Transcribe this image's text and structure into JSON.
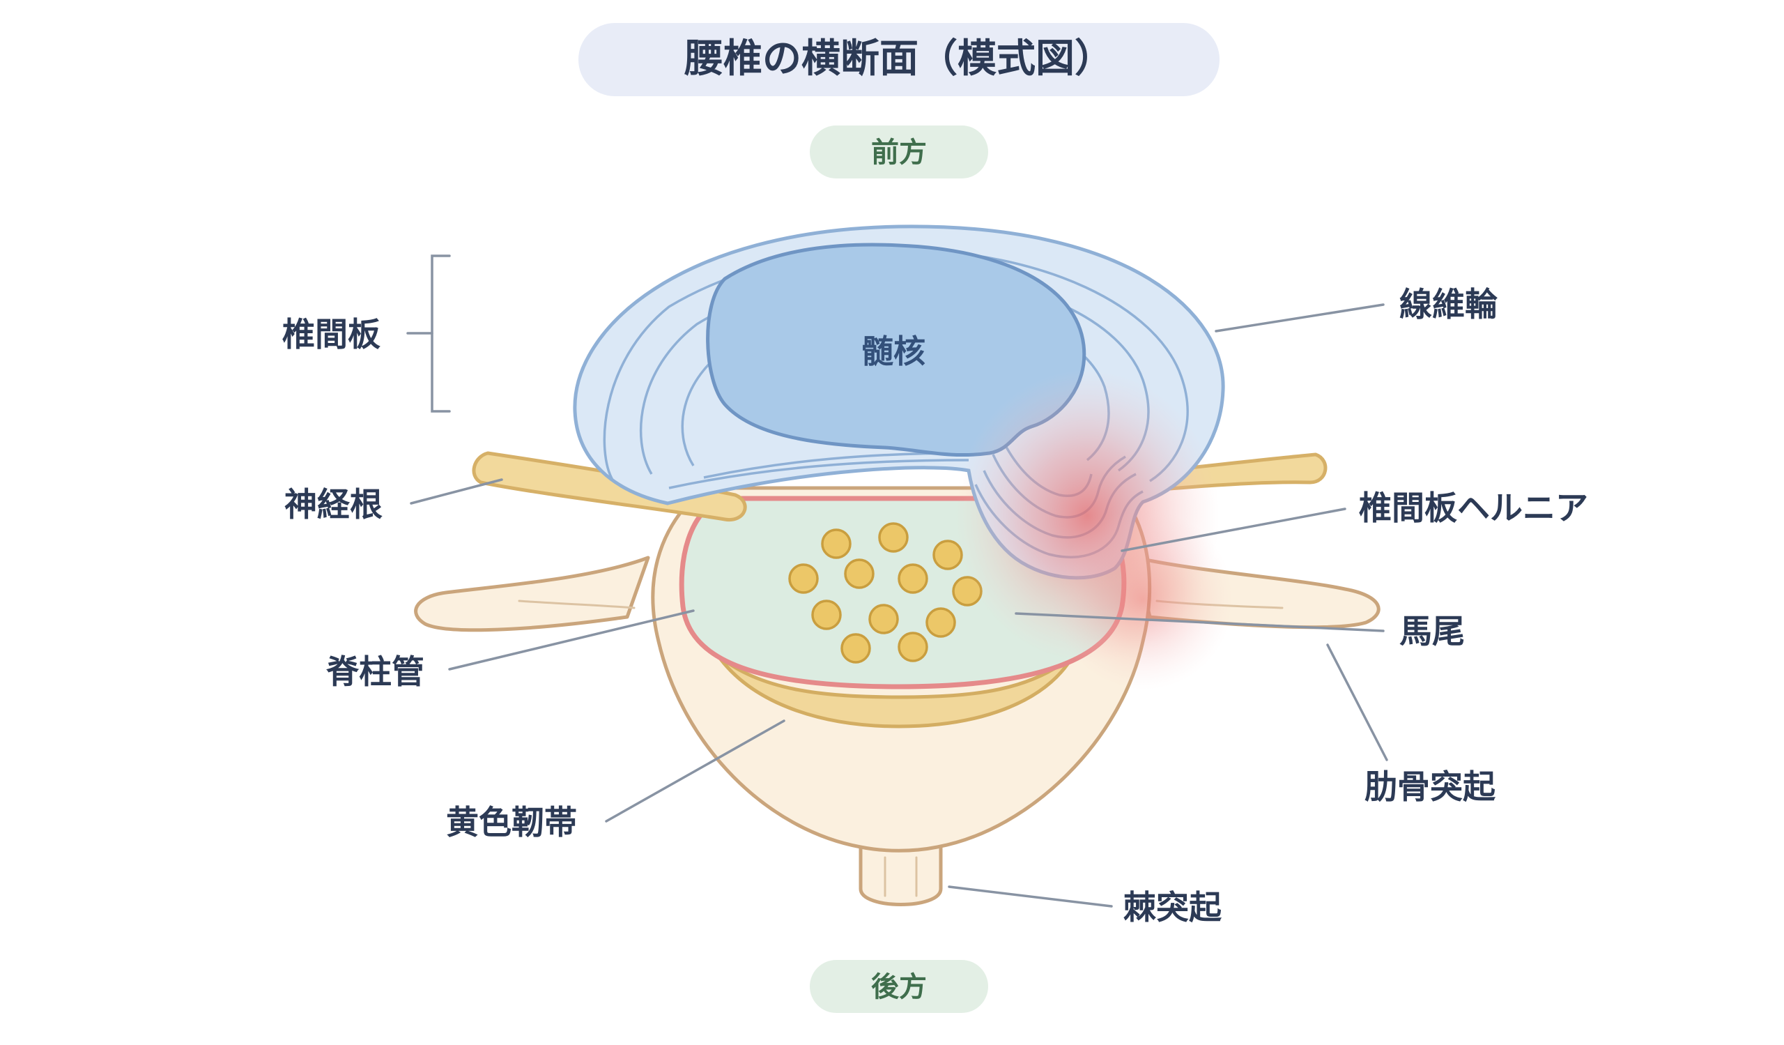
{
  "title": "腰椎の横断面（模式図）",
  "directions": {
    "anterior": "前方",
    "posterior": "後方"
  },
  "labels": {
    "intervertebral_disc": "椎間板",
    "nerve_root": "神経根",
    "spinal_canal": "脊柱管",
    "ligamentum_flavum": "黄色靭帯",
    "annulus_fibrosus": "線維輪",
    "disc_herniation": "椎間板ヘルニア",
    "cauda_equina": "馬尾",
    "transverse_process": "肋骨突起",
    "spinous_process": "棘突起",
    "nucleus_pulposus": "髄核"
  },
  "colors": {
    "disc": "#dbe8f6",
    "nucleus": "#a9c9e8",
    "canal": "#dcece1",
    "canal_border": "#e58a8a",
    "bone": "#fbf0df",
    "nerve": "#f2d99c",
    "inflammation": "#e86a6a"
  }
}
